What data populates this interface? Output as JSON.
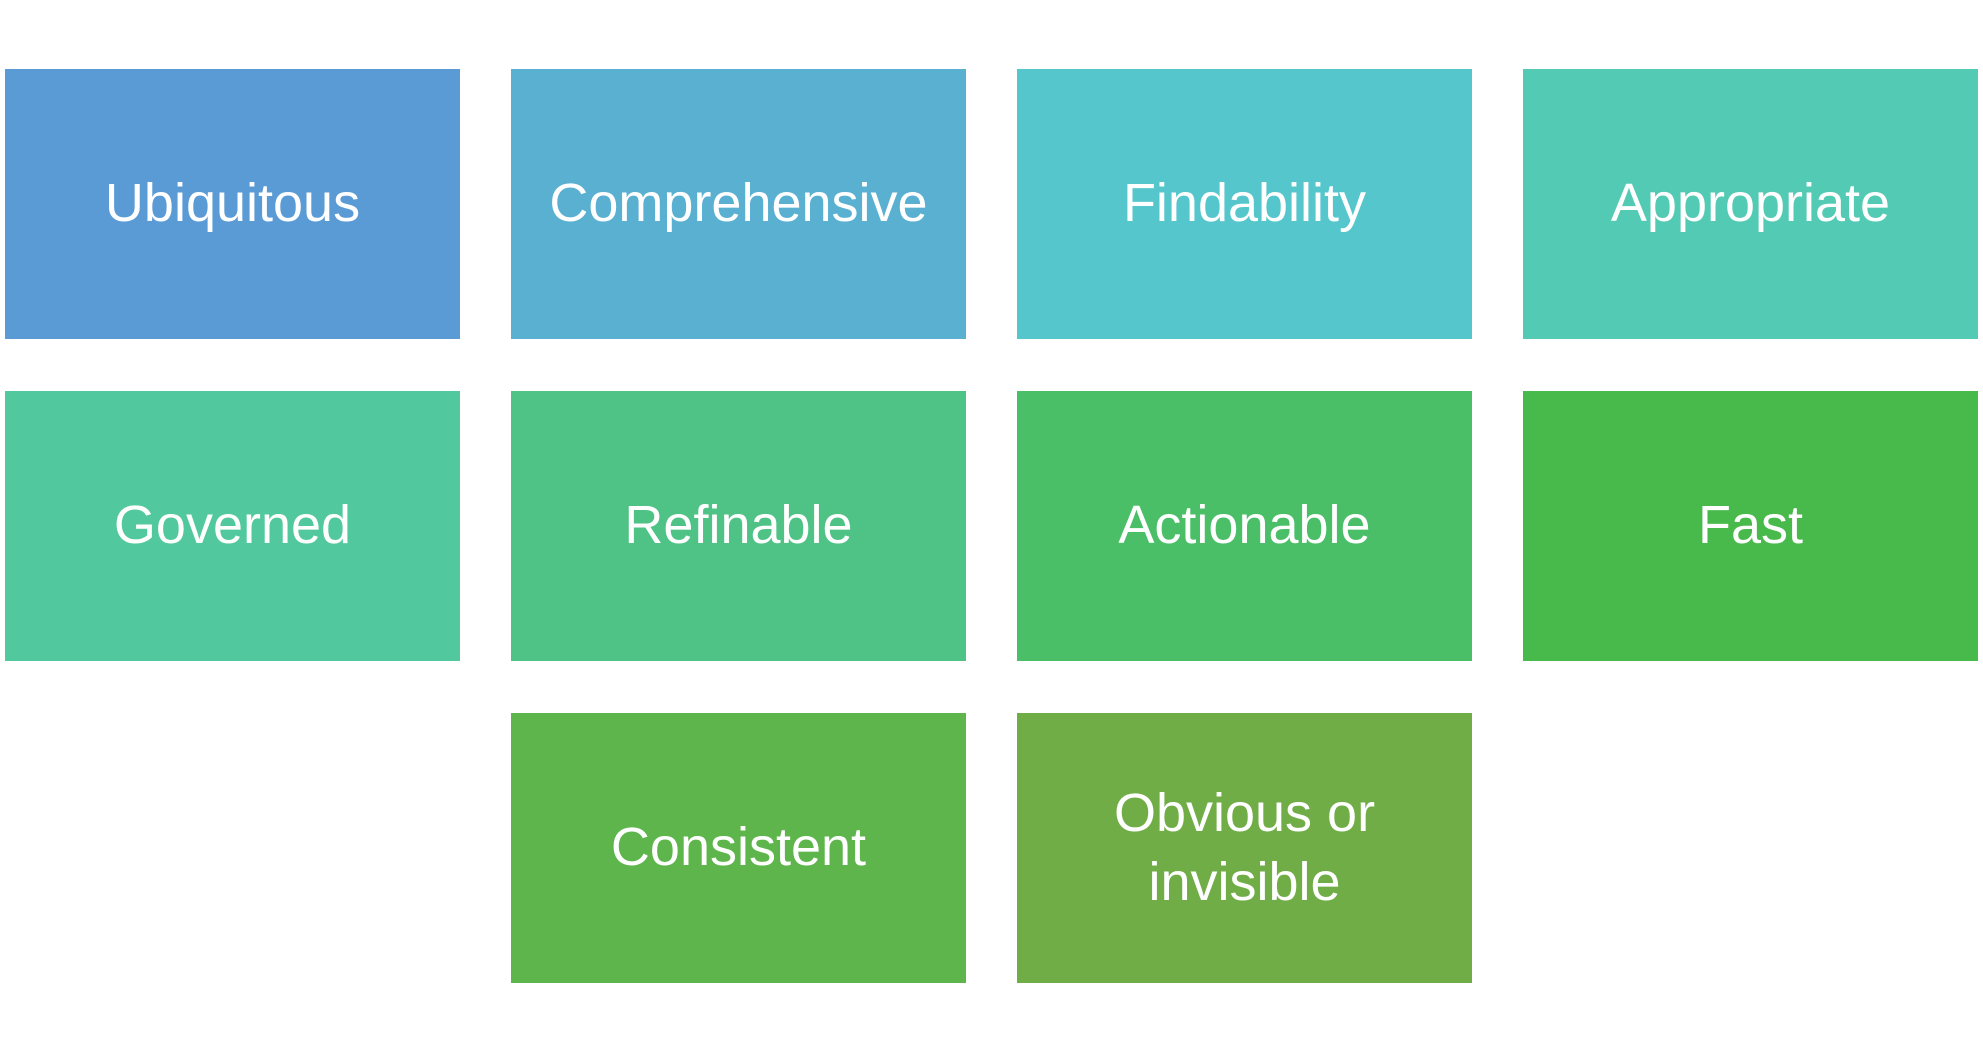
{
  "tiles": [
    {
      "label": "Ubiquitous"
    },
    {
      "label": "Comprehensive"
    },
    {
      "label": "Findability"
    },
    {
      "label": "Appropriate"
    },
    {
      "label": "Governed"
    },
    {
      "label": "Refinable"
    },
    {
      "label": "Actionable"
    },
    {
      "label": "Fast"
    },
    {
      "label": "Consistent"
    },
    {
      "label": "Obvious or invisible"
    }
  ],
  "colors": {
    "ubiquitous": "#5b9bd5",
    "comprehensive": "#59b0d1",
    "findability": "#55c6cc",
    "appropriate": "#53cab4",
    "governed": "#51c89e",
    "refinable": "#4fc386",
    "actionable": "#4abf67",
    "fast": "#48b94b",
    "consistent": "#5eb54b",
    "obvious": "#70ad47",
    "text": "#ffffff",
    "background": "#ffffff"
  }
}
